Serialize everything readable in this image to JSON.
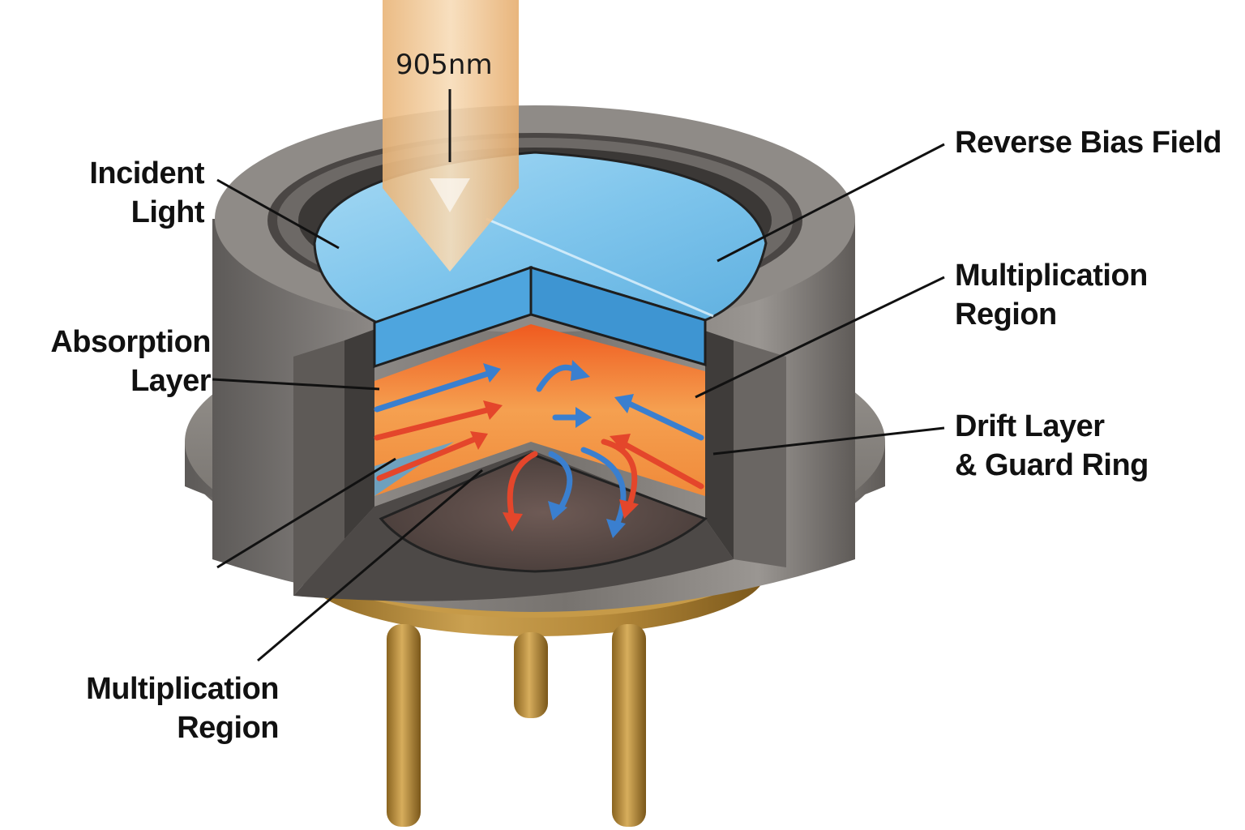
{
  "beam": {
    "wavelength": "905nm"
  },
  "labels": {
    "incident_light": [
      "Incident",
      "Light"
    ],
    "absorption_layer": [
      "Absorption",
      "Layer"
    ],
    "multiplication_region_left": [
      "Multiplication",
      "Region"
    ],
    "reverse_bias_field": [
      "Reverse Bias Field"
    ],
    "multiplication_region_right": [
      "Multiplication",
      "Region"
    ],
    "drift_layer_guard_ring": [
      "Drift Layer",
      "& Guard Ring"
    ]
  },
  "colors": {
    "housing": "#7f7b78",
    "window": "#7cc3ea",
    "absorption": "#f28a3c",
    "electron_arrow": "#3a7fcf",
    "hole_arrow": "#e4462b",
    "header": "#b88a34",
    "beam": "#f3c996"
  }
}
